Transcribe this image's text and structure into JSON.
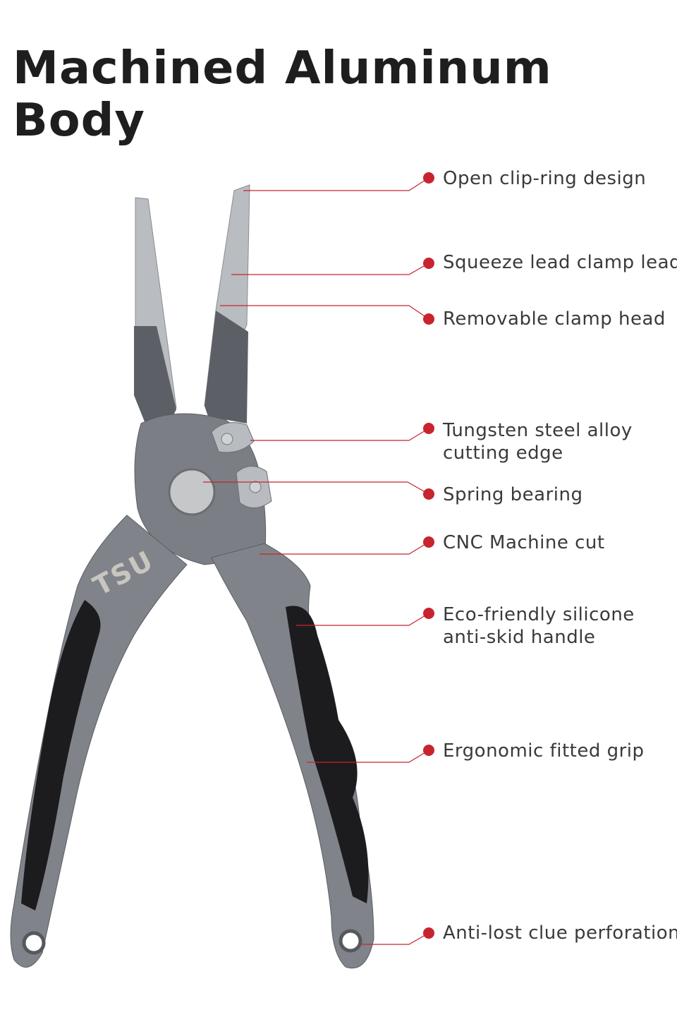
{
  "title": "Machined Aluminum Body",
  "logo_text": "TSU",
  "accent_color": "#c8242e",
  "callouts": [
    {
      "lines": [
        "Open clip-ring design"
      ]
    },
    {
      "lines": [
        "Squeeze lead clamp lead"
      ]
    },
    {
      "lines": [
        "Removable clamp head"
      ]
    },
    {
      "lines": [
        "Tungsten steel alloy",
        "cutting edge"
      ]
    },
    {
      "lines": [
        "Spring bearing"
      ]
    },
    {
      "lines": [
        "CNC Machine cut"
      ]
    },
    {
      "lines": [
        "Eco-friendly silicone",
        "anti-skid handle"
      ]
    },
    {
      "lines": [
        "Ergonomic fitted grip"
      ]
    },
    {
      "lines": [
        "Anti-lost clue perforation"
      ]
    }
  ]
}
